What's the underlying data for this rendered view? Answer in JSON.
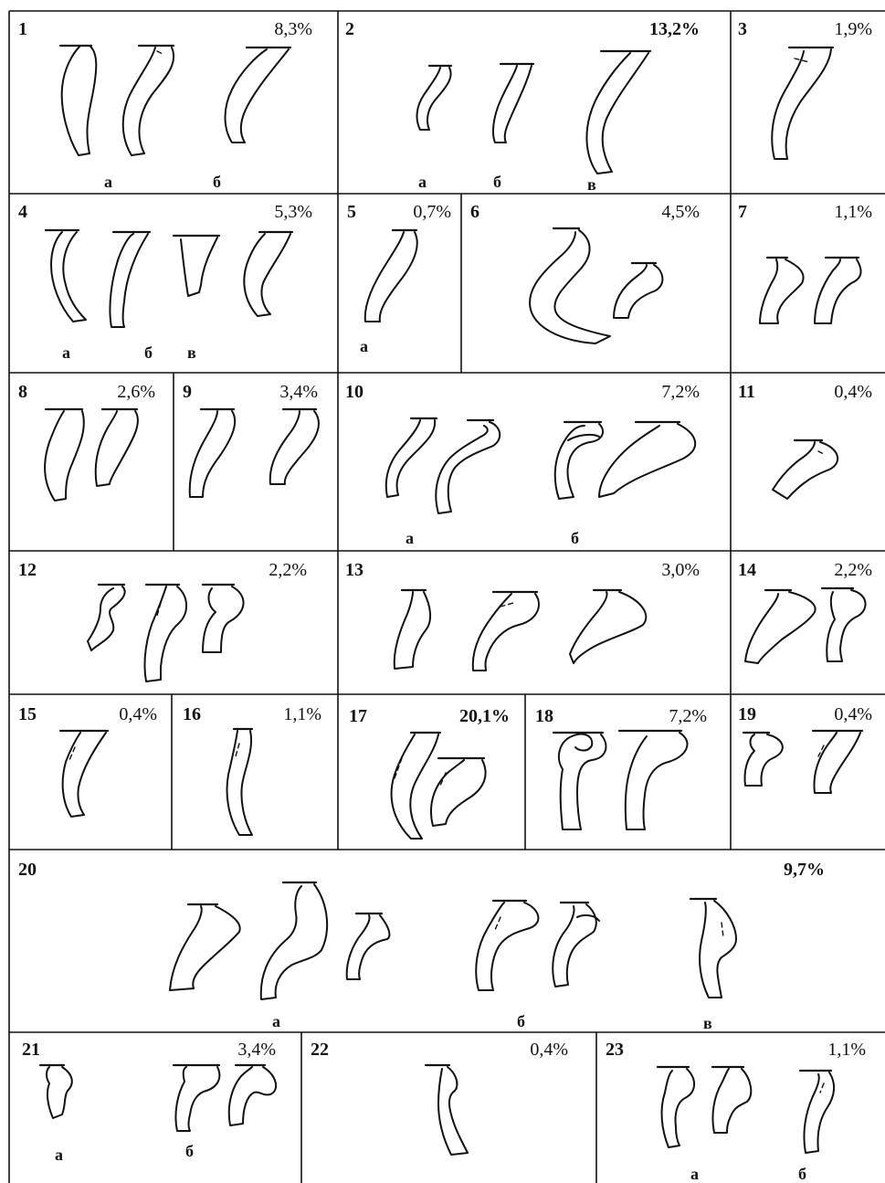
{
  "colors": {
    "ink": "#111111",
    "paper": "#ffffff"
  },
  "panels": [
    {
      "id": "1",
      "label": "1",
      "percent": "8,3%",
      "percent_bold": false,
      "sublabels": [
        "а",
        "б"
      ]
    },
    {
      "id": "2",
      "label": "2",
      "percent": "13,2%",
      "percent_bold": true,
      "sublabels": [
        "а",
        "б",
        "в"
      ]
    },
    {
      "id": "3",
      "label": "3",
      "percent": "1,9%",
      "percent_bold": false,
      "sublabels": []
    },
    {
      "id": "4",
      "label": "4",
      "percent": "5,3%",
      "percent_bold": false,
      "sublabels": [
        "а",
        "б",
        "в"
      ]
    },
    {
      "id": "5",
      "label": "5",
      "percent": "0,7%",
      "percent_bold": false,
      "sublabels": [
        "а"
      ]
    },
    {
      "id": "6",
      "label": "6",
      "percent": "4,5%",
      "percent_bold": false,
      "sublabels": []
    },
    {
      "id": "7",
      "label": "7",
      "percent": "1,1%",
      "percent_bold": false,
      "sublabels": []
    },
    {
      "id": "8",
      "label": "8",
      "percent": "2,6%",
      "percent_bold": false,
      "sublabels": []
    },
    {
      "id": "9",
      "label": "9",
      "percent": "3,4%",
      "percent_bold": false,
      "sublabels": []
    },
    {
      "id": "10",
      "label": "10",
      "percent": "7,2%",
      "percent_bold": false,
      "sublabels": [
        "а",
        "б"
      ]
    },
    {
      "id": "11",
      "label": "11",
      "percent": "0,4%",
      "percent_bold": false,
      "sublabels": []
    },
    {
      "id": "12",
      "label": "12",
      "percent": "2,2%",
      "percent_bold": false,
      "sublabels": []
    },
    {
      "id": "13",
      "label": "13",
      "percent": "3,0%",
      "percent_bold": false,
      "sublabels": []
    },
    {
      "id": "14",
      "label": "14",
      "percent": "2,2%",
      "percent_bold": false,
      "sublabels": []
    },
    {
      "id": "15",
      "label": "15",
      "percent": "0,4%",
      "percent_bold": false,
      "sublabels": []
    },
    {
      "id": "16",
      "label": "16",
      "percent": "1,1%",
      "percent_bold": false,
      "sublabels": []
    },
    {
      "id": "17",
      "label": "17",
      "percent": "20,1%",
      "percent_bold": true,
      "sublabels": []
    },
    {
      "id": "18",
      "label": "18",
      "percent": "7,2%",
      "percent_bold": false,
      "sublabels": []
    },
    {
      "id": "19",
      "label": "19",
      "percent": "0,4%",
      "percent_bold": false,
      "sublabels": []
    },
    {
      "id": "20",
      "label": "20",
      "percent": "9,7%",
      "percent_bold": true,
      "sublabels": [
        "а",
        "б",
        "в"
      ]
    },
    {
      "id": "21",
      "label": "21",
      "percent": "3,4%",
      "percent_bold": false,
      "sublabels": [
        "а",
        "б"
      ]
    },
    {
      "id": "22",
      "label": "22",
      "percent": "0,4%",
      "percent_bold": false,
      "sublabels": []
    },
    {
      "id": "23",
      "label": "23",
      "percent": "1,1%",
      "percent_bold": false,
      "sublabels": [
        "а",
        "б"
      ]
    }
  ]
}
